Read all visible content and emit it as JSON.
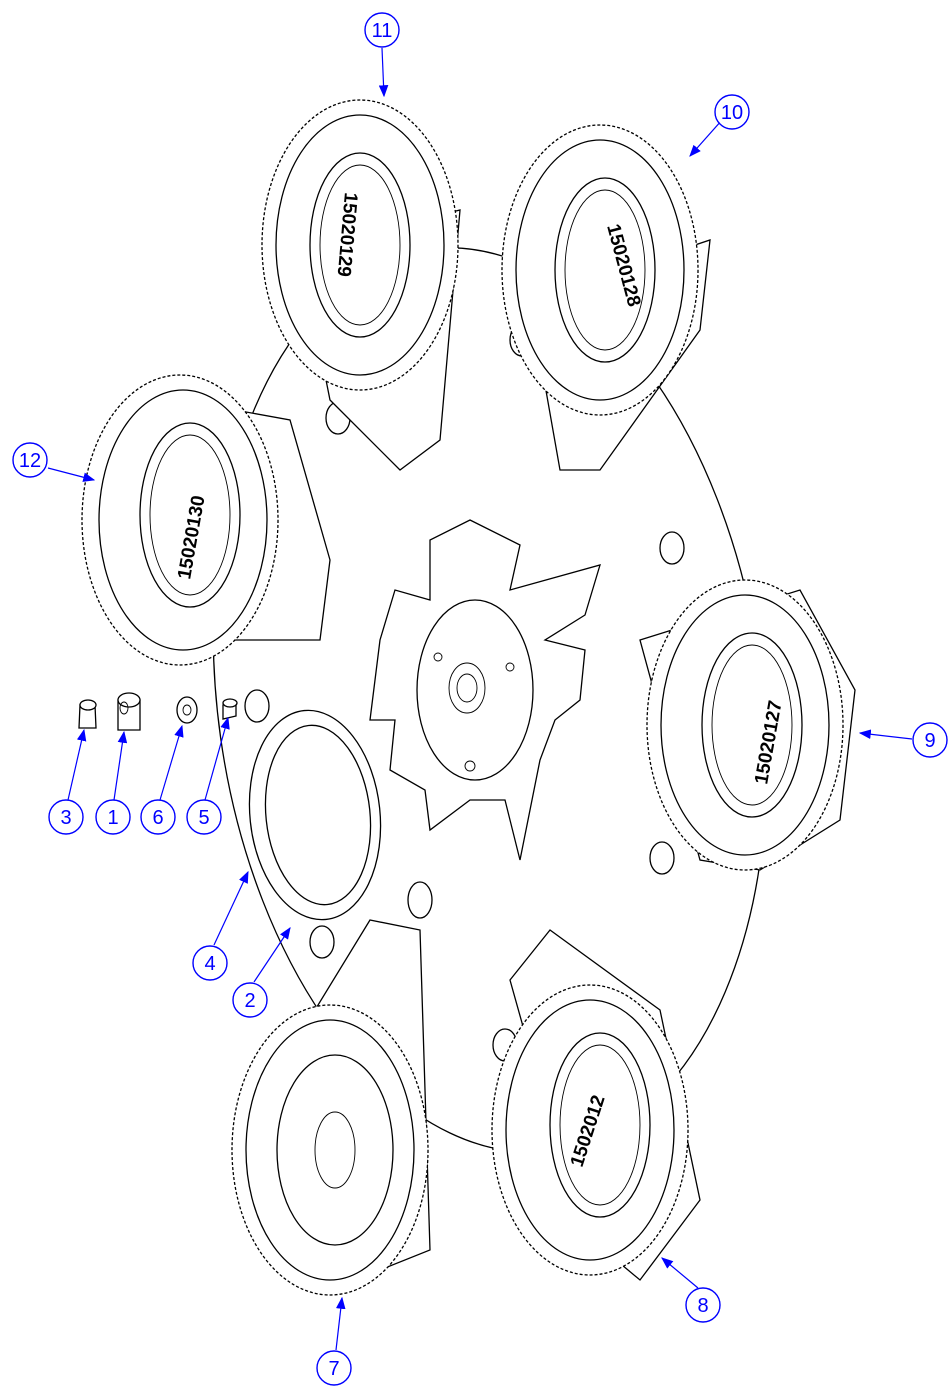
{
  "balloons": [
    {
      "id": "b1",
      "label": "1"
    },
    {
      "id": "b2",
      "label": "2"
    },
    {
      "id": "b3",
      "label": "3"
    },
    {
      "id": "b4",
      "label": "4"
    },
    {
      "id": "b5",
      "label": "5"
    },
    {
      "id": "b6",
      "label": "6"
    },
    {
      "id": "b7",
      "label": "7"
    },
    {
      "id": "b8",
      "label": "8"
    },
    {
      "id": "b9",
      "label": "9"
    },
    {
      "id": "b10",
      "label": "10"
    },
    {
      "id": "b11",
      "label": "11"
    },
    {
      "id": "b12",
      "label": "12"
    }
  ],
  "part_numbers": {
    "p9": "15020127",
    "p10": "15020128",
    "p11": "15020129",
    "p12": "15020130",
    "p8": "1502012"
  },
  "colors": {
    "balloon": "#0000ff",
    "line": "#000000"
  }
}
